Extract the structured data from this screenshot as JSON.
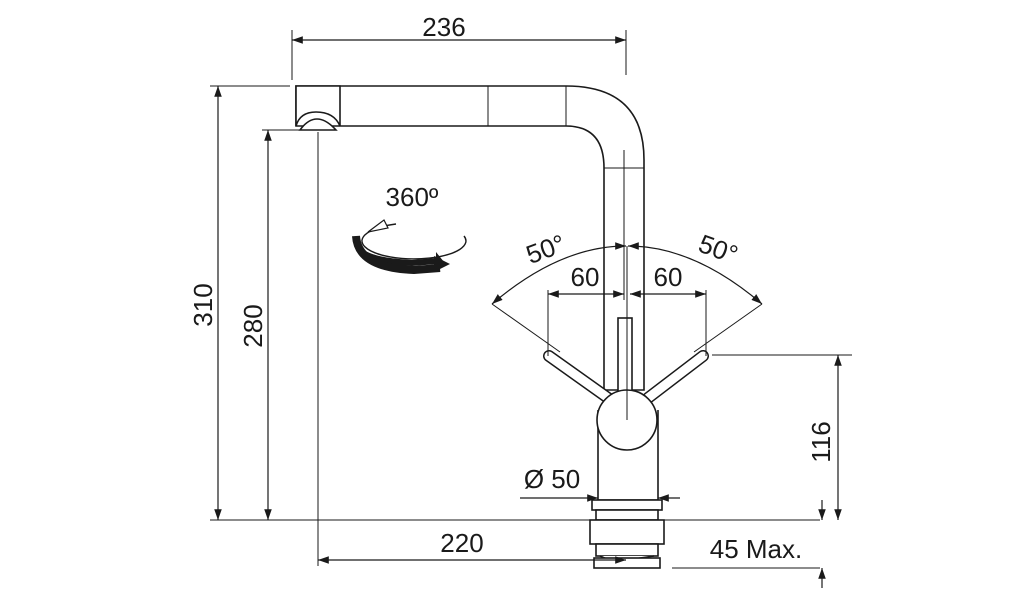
{
  "dimensions": {
    "top_width": "236",
    "total_height": "310",
    "spout_height": "280",
    "spout_reach": "220",
    "lever_height": "116",
    "max_deck": "45 Max.",
    "diameter": "Ø 50",
    "rotation": "360º",
    "angle_left": "50°",
    "angle_right": "50°",
    "offset_left": "60",
    "offset_right": "60"
  },
  "colors": {
    "line": "#1a1a1a",
    "background": "#ffffff"
  },
  "icons": {
    "rotation": "rotation-arrow-icon"
  }
}
